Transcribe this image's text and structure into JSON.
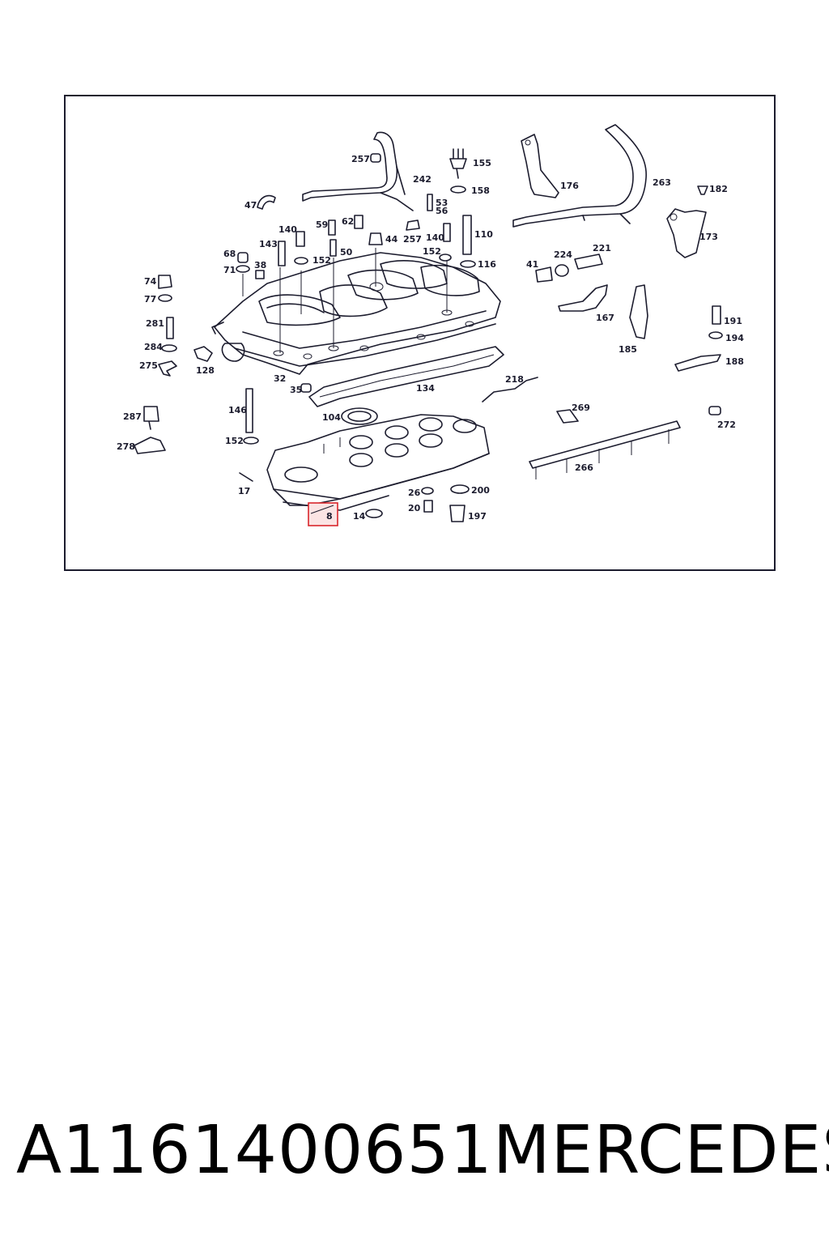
{
  "caption": {
    "part_number": "A1161400651",
    "brand": "MERCEDES"
  },
  "diagram": {
    "highlighted_callout": "8",
    "highlight_color": "#d9262c",
    "callouts": {
      "c257a": "257",
      "c242": "242",
      "c155": "155",
      "c158": "158",
      "c176": "176",
      "c263": "263",
      "c182": "182",
      "c47": "47",
      "c53": "53",
      "c56": "56",
      "c59": "59",
      "c62": "62",
      "c140a": "140",
      "c143": "143",
      "c50": "50",
      "c44": "44",
      "c257b": "257",
      "c140b": "140",
      "c110": "110",
      "c173": "173",
      "c68": "68",
      "c71": "71",
      "c38": "38",
      "c152a": "152",
      "c152b": "152",
      "c116": "116",
      "c41": "41",
      "c224": "224",
      "c221": "221",
      "c74": "74",
      "c77": "77",
      "c167": "167",
      "c191": "191",
      "c194": "194",
      "c281": "281",
      "c284": "284",
      "c185": "185",
      "c188": "188",
      "c275": "275",
      "c128": "128",
      "c32": "32",
      "c35": "35",
      "c134": "134",
      "c218": "218",
      "c287": "287",
      "c146": "146",
      "c104": "104",
      "c269": "269",
      "c272": "272",
      "c278": "278",
      "c152c": "152",
      "c266": "266",
      "c17": "17",
      "c26": "26",
      "c200": "200",
      "c20": "20",
      "c14": "14",
      "c197": "197"
    }
  }
}
